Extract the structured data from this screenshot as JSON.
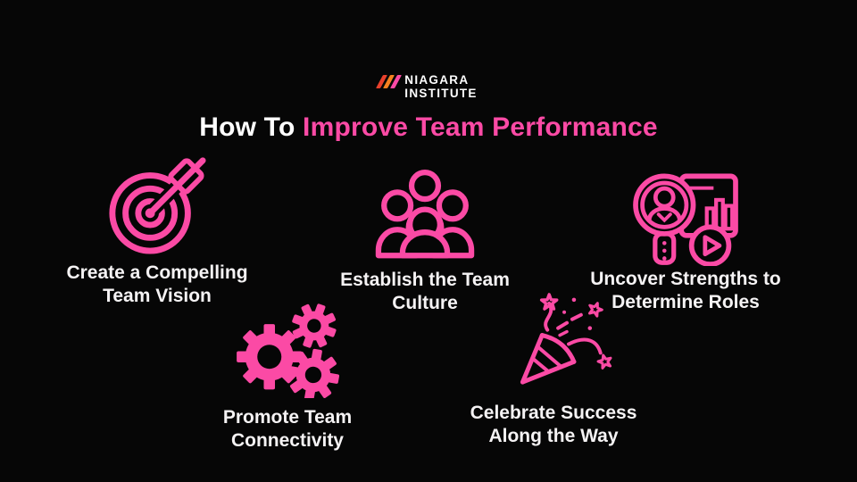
{
  "colors": {
    "background": "#060606",
    "accent": "#fb4aa5",
    "text": "#f5f3f4",
    "logo_slashes": [
      "#e8402c",
      "#f58220",
      "#fb4aa5"
    ]
  },
  "logo": {
    "name_line1": "NIAGARA",
    "name_line2": "INSTITUTE"
  },
  "title": {
    "prefix": "How To",
    "highlight": "Improve Team Performance"
  },
  "items": [
    {
      "id": "team-vision",
      "icon": "target-dart-icon",
      "label_lines": [
        "Create a Compelling",
        "Team Vision"
      ]
    },
    {
      "id": "team-culture",
      "icon": "people-group-icon",
      "label_lines": [
        "Establish the Team",
        "Culture"
      ]
    },
    {
      "id": "uncover-strengths",
      "icon": "talent-search-icon",
      "label_lines": [
        "Uncover Strengths to",
        "Determine Roles"
      ]
    },
    {
      "id": "team-connectivity",
      "icon": "gears-icon",
      "label_lines": [
        "Promote Team",
        "Connectivity"
      ]
    },
    {
      "id": "celebrate-success",
      "icon": "party-popper-icon",
      "label_lines": [
        "Celebrate Success",
        "Along the Way"
      ]
    }
  ]
}
